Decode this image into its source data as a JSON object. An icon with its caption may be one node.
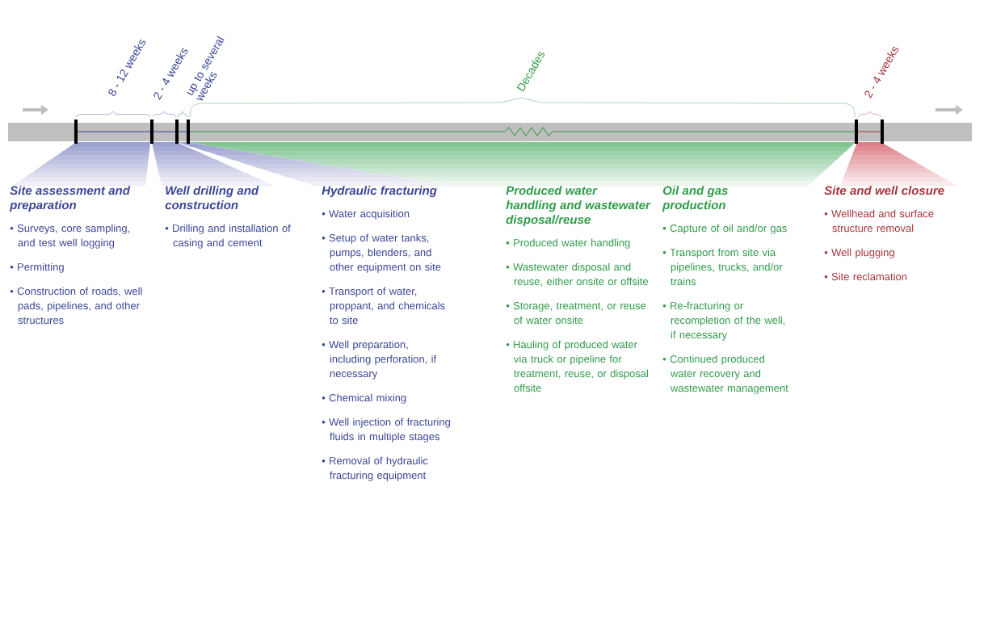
{
  "diagram": {
    "nodes": [
      {
        "text": [
          "Site assessment and preparation",
          "• Surveys, core sampling, and test well logging",
          "• Permitting",
          "• Construction of roads, well pads, pipelines, and other structures"
        ]
      },
      {
        "text": [
          "Well drilling and construction",
          "• Drilling and installation of casing and cement"
        ]
      },
      {
        "text": [
          "Hydraulic fracturing",
          "• Water acquisition",
          "• Setup of water tanks, pumps, blenders, and other equipment on site",
          "• Transport of water, proppant, and chemicals to site",
          "• Well preparation, including perforation, if necessary",
          "• Chemical mixing",
          "• Well injection of fracturing fluids in multiple stages",
          "• Removal of hydraulic fracturing equipment"
        ]
      },
      {
        "text": [
          "Produced water handling and wastewater disposal/reuse",
          "• Produced water handling",
          "• Wastewater disposal and reuse, either onsite or offsite",
          "• Storage, treatment, or reuse of water onsite",
          "• Hauling of produced water via truck or pipeline for treatment, reuse, or disposal offsite"
        ]
      },
      {
        "text": [
          "Oil and gas production",
          "• Capture of oil and/or gas",
          "• Transport from site via pipelines, trucks, and/or trains",
          "• Re-fracturing or recompletion of the well, if necessary",
          "• Continued produced water recovery and wastewater management"
        ]
      },
      {
        "text": [
          "Site and well closure",
          "• Wellhead and surface structure removal",
          "• Well plugging",
          "• Site reclamation"
        ]
      }
    ],
    "labels": [
      "8 - 12 weeks",
      "2 - 4 weeks",
      "up to several weeks",
      "Decades",
      "2 - 4 weeks"
    ]
  }
}
